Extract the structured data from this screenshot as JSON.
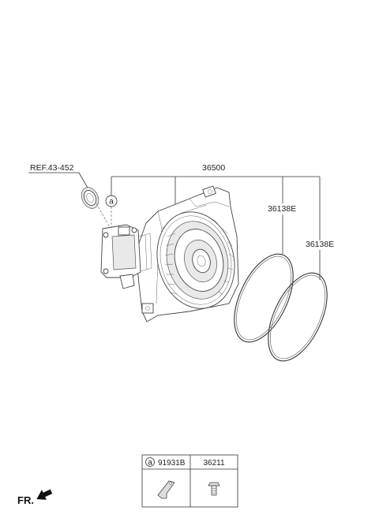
{
  "labels": {
    "ref": "REF.43-452",
    "main_assembly": "36500",
    "oring_1": "36138E",
    "oring_2": "36138E",
    "marker": "a",
    "fr": "FR."
  },
  "legend": {
    "marker": "a",
    "col1_part": "91931B",
    "col2_part": "36211"
  },
  "icons": [
    "bracket-icon",
    "bolt-icon",
    "front-arrow-icon"
  ]
}
